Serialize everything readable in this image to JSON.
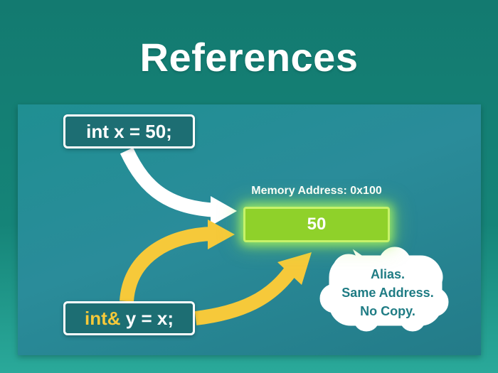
{
  "title": "References",
  "code": {
    "line_x": "int x = 50;",
    "line_y_keyword": "int&",
    "line_y_rest": " y = x;"
  },
  "memory": {
    "label": "Memory Address: 0x100",
    "value": "50"
  },
  "callout": {
    "line1": "Alias.",
    "line2": "Same Address.",
    "line3": "No Copy."
  },
  "colors": {
    "background": "#158478",
    "panel": "#2a8c9a",
    "memory_box": "#8fd12a",
    "reference_arrow": "#f6c93a",
    "value_arrow": "#ffffff"
  }
}
